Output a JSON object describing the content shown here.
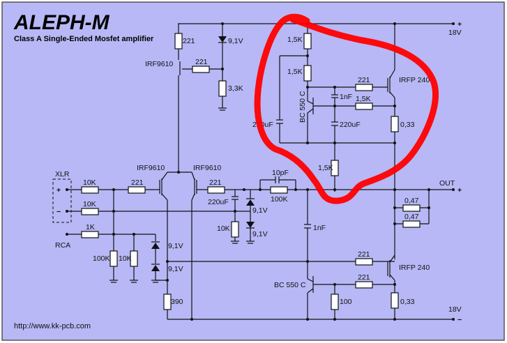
{
  "title": "ALEPH-M",
  "subtitle": "Class A Single-Ended Mosfet amplifier",
  "url": "http://www.kk-pcb.com",
  "colors": {
    "background": "#b7b8f5",
    "wire": "#111111",
    "highlight": "#ff0000"
  },
  "inputs": {
    "xlr": "XLR",
    "rca": "RCA",
    "out": "OUT"
  },
  "rails": {
    "top_voltage": "18V",
    "bottom_voltage": "18V",
    "plus": "+",
    "minus": "−"
  },
  "components": {
    "r_221_top": "221",
    "zener_top": "9,1V",
    "q_irf9610_top": "IRF9610",
    "r_221_gate": "221",
    "r_3k3": "3,3K",
    "r_1k5_a": "1,5K",
    "r_1k5_b": "1,5K",
    "q_bc550_top": "BC 550 C",
    "c_1nf_top": "1nF",
    "c_220uf_left": "220uF",
    "c_220uf_right": "220uF",
    "r_221_irfp_top": "221",
    "r_1k5_c": "1,5K",
    "q_irfp240_top": "IRFP 240",
    "r_033_top": "0,33",
    "r_1k5_d": "1,5K",
    "q_irf9610_a": "IRF9610",
    "q_irf9610_b": "IRF9610",
    "r_10k_in1": "10K",
    "r_221_in": "221",
    "r_10k_in2": "10K",
    "r_1k_rca": "1K",
    "r_221_pair": "221",
    "c_10pf": "10pF",
    "r_100k_fb": "100K",
    "c_220uf_fb": "220uF",
    "zener_fb1": "9,1V",
    "zener_fb2": "9,1V",
    "r_10k_fb": "10K",
    "r_100k_in": "100K",
    "r_10k_in3": "10K",
    "zener_in1": "9,1V",
    "zener_in2": "9,1V",
    "r_390": "390",
    "c_1nf_bot": "1nF",
    "r_047_a": "0,47",
    "r_047_b": "0,47",
    "r_221_irfp_bot": "221",
    "q_irfp240_bot": "IRFP 240",
    "q_bc550_bot": "BC 550 C",
    "r_221_bc_bot": "221",
    "r_100": "100",
    "r_033_bot": "0,33"
  }
}
